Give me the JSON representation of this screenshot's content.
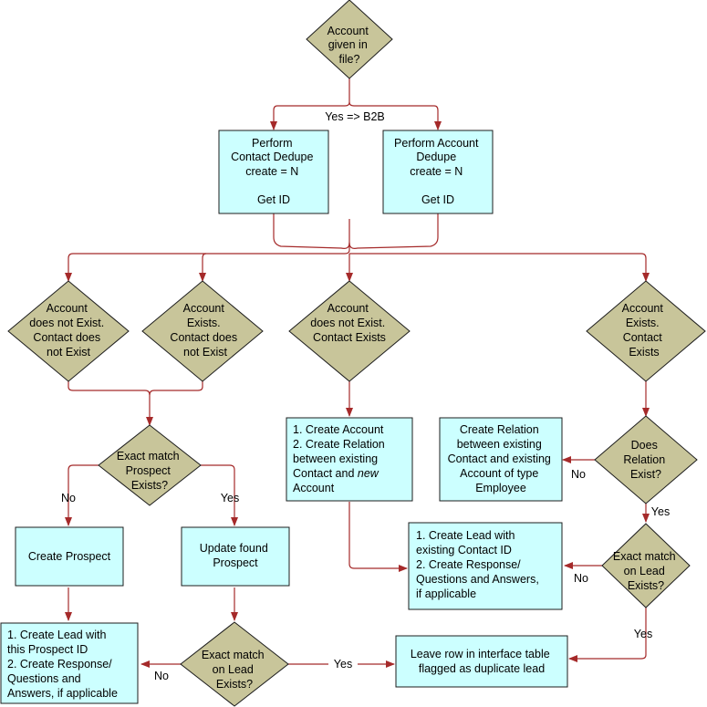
{
  "diagram": {
    "account_given": [
      "Account",
      "given in",
      "file?"
    ],
    "yes_b2b": "Yes => B2B",
    "contact_dedupe": [
      "Perform",
      "Contact Dedupe",
      "create = N",
      "",
      "Get ID"
    ],
    "account_dedupe": [
      "Perform Account",
      "Dedupe",
      "create = N",
      "",
      "Get ID"
    ],
    "acc_no_contact_no": [
      "Account",
      "does not Exist.",
      "Contact does",
      "not Exist"
    ],
    "acc_yes_contact_no": [
      "Account",
      "Exists.",
      "Contact does",
      "not Exist"
    ],
    "acc_no_contact_yes": [
      "Account",
      "does not Exist.",
      "Contact Exists"
    ],
    "acc_yes_contact_yes": [
      "Account",
      "Exists.",
      "Contact",
      "Exists"
    ],
    "exact_prospect": [
      "Exact match",
      "Prospect",
      "Exists?"
    ],
    "create_account_box": [
      "1. Create Account",
      "2. Create Relation",
      "between existing",
      "Contact and |new|",
      "Account"
    ],
    "create_relation_box": [
      "Create Relation",
      "between existing",
      "Contact and existing",
      "Account of type",
      "Employee"
    ],
    "does_relation": [
      "Does",
      "Relation",
      "Exist?"
    ],
    "create_prospect": [
      "Create Prospect"
    ],
    "update_prospect": [
      "Update found",
      "Prospect"
    ],
    "lead_contact_box": [
      "1. Create Lead with",
      "existing Contact ID",
      "2. Create Response/",
      "Questions and Answers,",
      "if applicable"
    ],
    "exact_lead_right": [
      "Exact match",
      "on Lead",
      "Exists?"
    ],
    "lead_prospect_box": [
      "1. Create Lead with",
      "this Prospect ID",
      "2. Create Response/",
      "Questions and",
      "Answers, if applicable"
    ],
    "exact_lead_left": [
      "Exact match",
      "on Lead",
      "Exists?"
    ],
    "leave_row_box": [
      "Leave row in interface table",
      "flagged as duplicate lead"
    ],
    "labels": {
      "no_prospect": "No",
      "yes_prospect": "Yes",
      "no_relation": "No",
      "yes_relation": "Yes",
      "no_lead_right": "No",
      "yes_lead_right": "Yes",
      "no_lead_left": "No",
      "yes_lead_left": "Yes"
    }
  }
}
